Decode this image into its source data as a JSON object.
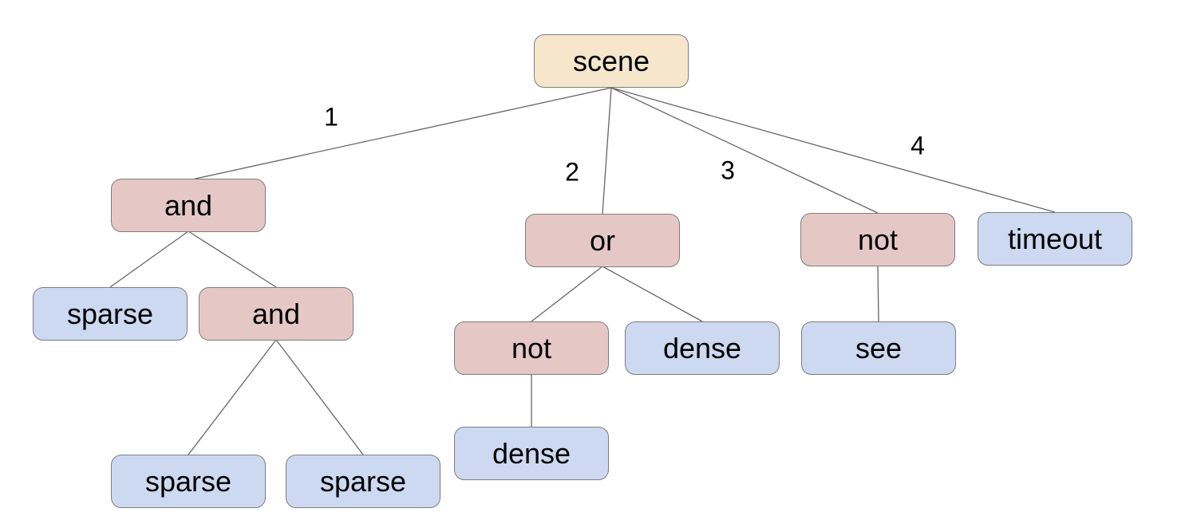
{
  "diagram": {
    "type": "tree",
    "background": "#ffffff"
  },
  "colors": {
    "root_fill": "#f5e6cc",
    "operator_fill": "#e5c8c6",
    "leaf_fill": "#cdd9f1",
    "node_border": "#7d7d7d",
    "edge_line": "#666666",
    "text": "#000000"
  },
  "nodes": [
    {
      "id": "scene",
      "label": "scene",
      "type": "root"
    },
    {
      "id": "and-1",
      "label": "and",
      "type": "operator"
    },
    {
      "id": "or-1",
      "label": "or",
      "type": "operator"
    },
    {
      "id": "not-1",
      "label": "not",
      "type": "operator"
    },
    {
      "id": "timeout",
      "label": "timeout",
      "type": "leaf"
    },
    {
      "id": "sparse-1",
      "label": "sparse",
      "type": "leaf"
    },
    {
      "id": "and-2",
      "label": "and",
      "type": "operator"
    },
    {
      "id": "not-2",
      "label": "not",
      "type": "operator"
    },
    {
      "id": "dense-1",
      "label": "dense",
      "type": "leaf"
    },
    {
      "id": "see",
      "label": "see",
      "type": "leaf"
    },
    {
      "id": "sparse-2",
      "label": "sparse",
      "type": "leaf"
    },
    {
      "id": "sparse-3",
      "label": "sparse",
      "type": "leaf"
    },
    {
      "id": "dense-2",
      "label": "dense",
      "type": "leaf"
    }
  ],
  "edges": [
    {
      "from": "scene",
      "to": "and-1",
      "label": "1"
    },
    {
      "from": "scene",
      "to": "or-1",
      "label": "2"
    },
    {
      "from": "scene",
      "to": "not-1",
      "label": "3"
    },
    {
      "from": "scene",
      "to": "timeout",
      "label": "4"
    },
    {
      "from": "and-1",
      "to": "sparse-1",
      "label": ""
    },
    {
      "from": "and-1",
      "to": "and-2",
      "label": ""
    },
    {
      "from": "and-2",
      "to": "sparse-2",
      "label": ""
    },
    {
      "from": "and-2",
      "to": "sparse-3",
      "label": ""
    },
    {
      "from": "or-1",
      "to": "not-2",
      "label": ""
    },
    {
      "from": "or-1",
      "to": "dense-1",
      "label": ""
    },
    {
      "from": "not-2",
      "to": "dense-2",
      "label": ""
    },
    {
      "from": "not-1",
      "to": "see",
      "label": ""
    }
  ]
}
